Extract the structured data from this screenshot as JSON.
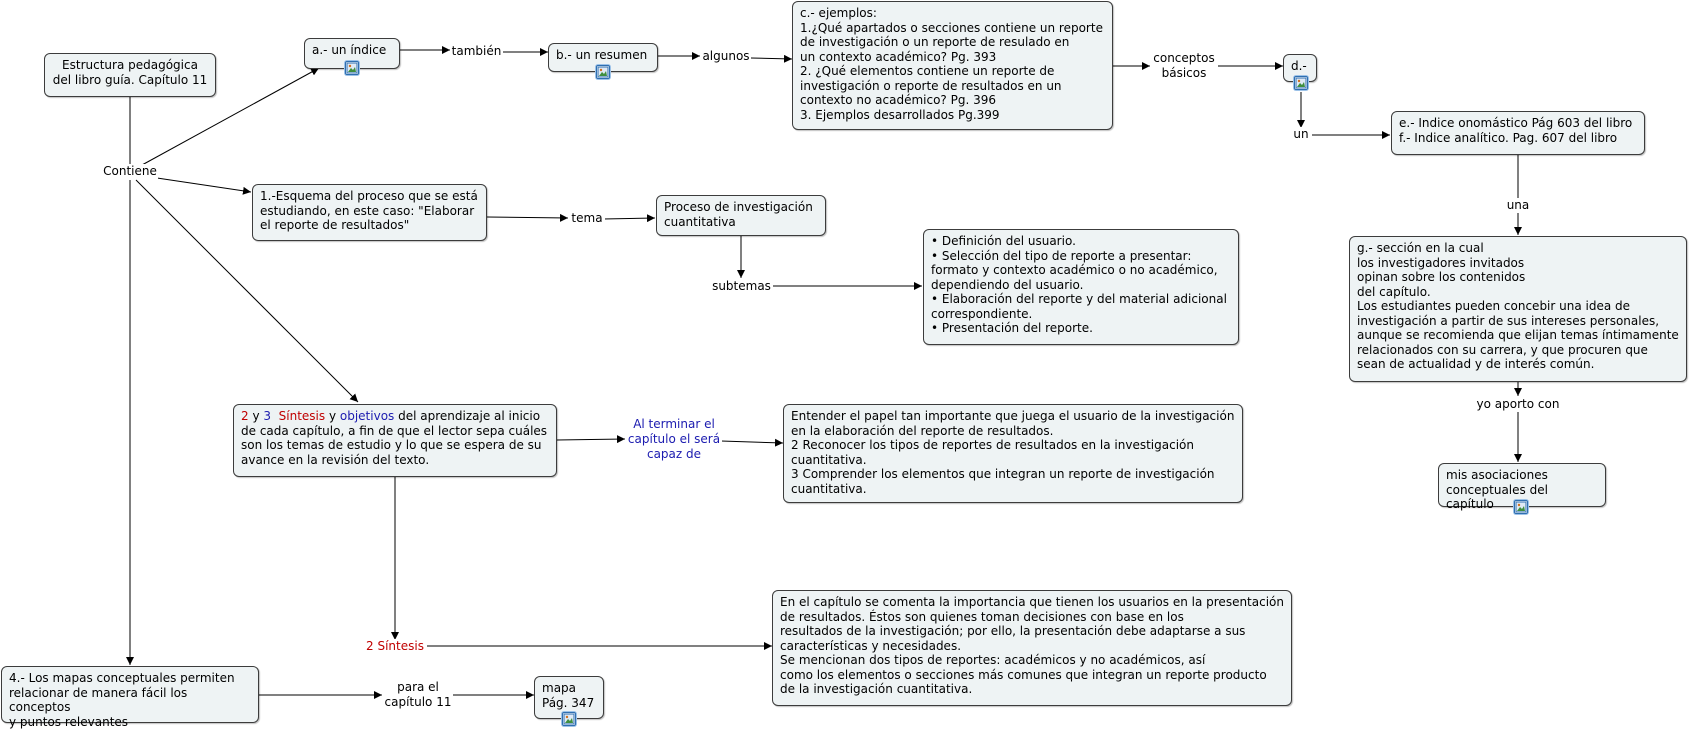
{
  "nodes": {
    "root": "Estructura pedagógica\ndel libro guía. Capítulo 11",
    "a_indice": "a.- un índice",
    "b_resumen": "b.- un resumen",
    "c_ejemplos": "c.- ejemplos:\n1.¿Qué apartados o secciones contiene un reporte\nde investigación o un reporte de resulado en\nun contexto académico? Pg. 393\n2. ¿Qué elementos contiene un reporte de\ninvestigación o reporte de resultados  en un\ncontexto no académico? Pg. 396\n3. Ejemplos desarrollados Pg.399",
    "d": "d.-",
    "e_f": "e.- Indice onomástico Pág 603 del libro\nf.- Indice analítico. Pag. 607 del libro",
    "g": "g.- sección en la cual\nlos investigadores invitados\nopinan sobre los contenidos\ndel capítulo.\nLos estudiantes pueden concebir una idea de\ninvestigación a partir de sus intereses personales,\naunque se recomienda que elijan temas íntimamente\nrelacionados con su carrera, y que procuren que\nsean de actualidad y de interés común.",
    "mis_asociaciones": "mis asociaciones\nconceptuales del capítulo",
    "esquema": "1.-Esquema del proceso que se está\nestudiando, en este caso: \"Elaborar\nel reporte de resultados\"",
    "proceso": "Proceso de investigación\ncuantitativa",
    "subtemas_list": "• Definición del usuario.\n• Selección del tipo de reporte a presentar:\nformato y contexto académico o no académico,\ndependiendo del usuario.\n• Elaboración del reporte y del material adicional\ncorrespondiente.\n• Presentación del reporte.",
    "sintesis_objetivos": {
      "n2": "2",
      "y1": " y ",
      "n3": "3",
      "sintesis": "  Síntesis",
      "y2": " y ",
      "objetivos": "objetivos",
      "rest": " del aprendizaje al inicio\nde cada capítulo, a fin de que el lector sepa cuáles\nson los temas de estudio y lo que se espera de su\navance en la revisión del texto."
    },
    "entender": "Entender el papel tan importante que juega el usuario de la investigación\nen la elaboración del reporte de resultados.\n2 Reconocer los tipos de reportes de resultados en la investigación\ncuantitativa.\n3 Comprender los elementos que integran un reporte de investigación\ncuantitativa.",
    "sintesis_text": "En el capítulo se comenta la importancia que tienen los usuarios en la presentación\nde resultados. Éstos son quienes toman decisiones con base en los\nresultados de la investigación; por ello, la presentación debe adaptarse a sus\ncaracterísticas y necesidades.\nSe mencionan dos tipos de reportes: académicos y no académicos, así\ncomo los elementos o secciones más comunes que integran un reporte producto\nde la investigación cuantitativa.",
    "mapas": "4.- Los mapas conceptuales permiten\nrelacionar de manera fácil los conceptos\ny puntos relevantes",
    "mapa": "mapa\nPág. 347"
  },
  "links": {
    "contiene": "Contiene",
    "tambien": "también",
    "algunos": "algunos",
    "conceptos_basicos": "conceptos\nbásicos",
    "un": "un",
    "una": "una",
    "yo_aporto": "yo aporto con",
    "tema": "tema",
    "subtemas": "subtemas",
    "al_terminar": "Al terminar el\ncapítulo el será\ncapaz de",
    "dos_sintesis": "2 Síntesis",
    "para_el": "para el\ncapítulo 11"
  },
  "colors": {
    "node_fill": "#eef3f4",
    "node_border": "#3c3c3c",
    "accent_red": "#c00000",
    "accent_blue": "#1c1cb0",
    "resource_icon": "#2f6fb0"
  },
  "icons": [
    "image-resource-icon"
  ]
}
